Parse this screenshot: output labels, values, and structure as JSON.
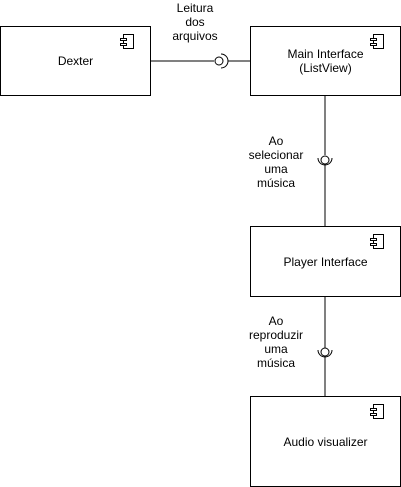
{
  "components": {
    "dexter": "Dexter",
    "main_interface": "Main Interface\n(ListView)",
    "player_interface": "Player Interface",
    "audio_visualizer": "Audio visualizer"
  },
  "connectors": {
    "dexter_main": "Leitura\ndos\narquivos",
    "main_player": "Ao\nselecionar\numa\nmúsica",
    "player_audio": "Ao\nreproduzir\numa\nmúsica"
  }
}
